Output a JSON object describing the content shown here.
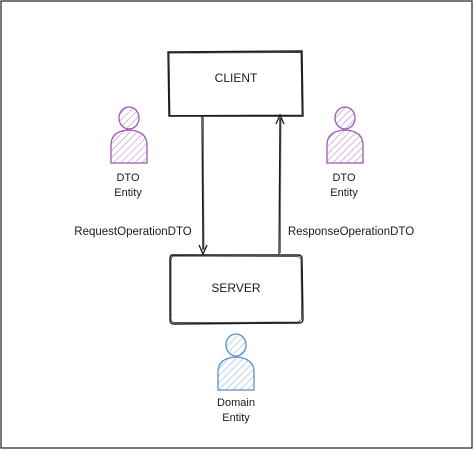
{
  "nodes": {
    "client": {
      "label": "CLIENT"
    },
    "server": {
      "label": "SERVER"
    }
  },
  "edges": {
    "request": {
      "label": "RequestOperationDTO"
    },
    "response": {
      "label": "ResponseOperationDTO"
    }
  },
  "actors": {
    "left": {
      "line1": "DTO",
      "line2": "Entity",
      "color": "#9b59b6"
    },
    "right": {
      "line1": "DTO",
      "line2": "Entity",
      "color": "#9b59b6"
    },
    "bottom": {
      "line1": "Domain",
      "line2": "Entity",
      "color": "#5b8fc9"
    }
  },
  "colors": {
    "stroke": "#1a1a1a",
    "frame": "#222222"
  }
}
